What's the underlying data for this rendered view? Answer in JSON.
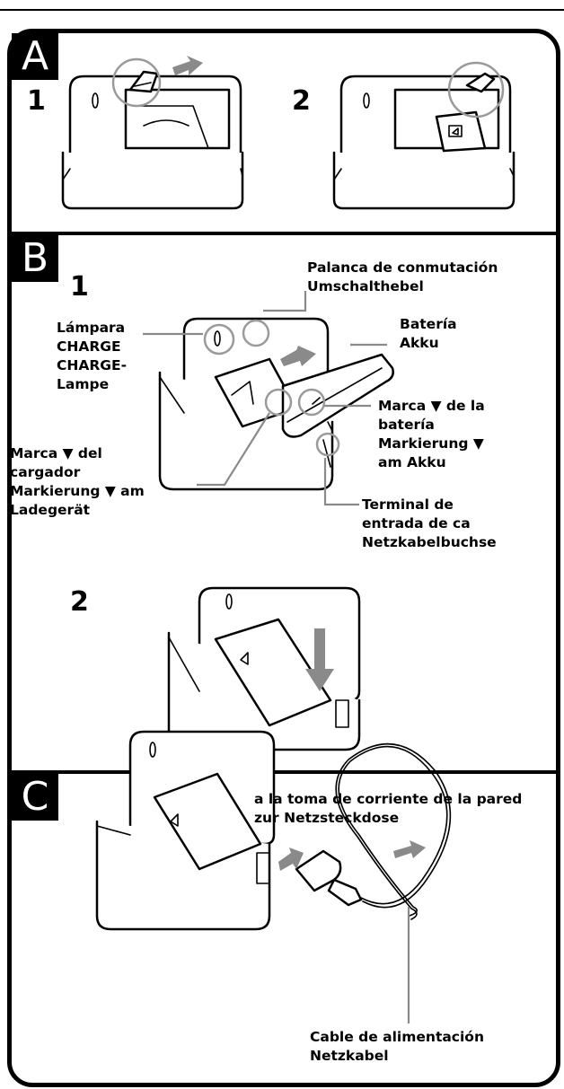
{
  "sections": {
    "a": {
      "letter": "A",
      "step1": "1",
      "step2": "2"
    },
    "b": {
      "letter": "B",
      "step1": "1",
      "step2": "2",
      "labels": {
        "lamp": [
          "Lámpara",
          "CHARGE",
          "CHARGE-",
          "Lampe"
        ],
        "lever": [
          "Palanca de conmutación",
          "Umschalthebel"
        ],
        "battery": [
          "Batería",
          "Akku"
        ],
        "battery_mark": [
          "Marca ▼ de la",
          "batería",
          "Markierung ▼",
          "am Akku"
        ],
        "charger_mark": [
          "Marca ▼ del",
          "cargador",
          "Markierung ▼ am",
          "Ladegerät"
        ],
        "ac_terminal": [
          "Terminal de",
          "entrada de ca",
          "Netzkabelbuchse"
        ]
      }
    },
    "c": {
      "letter": "C",
      "labels": {
        "outlet": [
          "a la toma de corriente de la pared",
          "zur Netzsteckdose"
        ],
        "cable": [
          "Cable de alimentación",
          "Netzkabel"
        ]
      }
    }
  },
  "colors": {
    "ink": "#000000",
    "leader": "#8a8a8a"
  }
}
